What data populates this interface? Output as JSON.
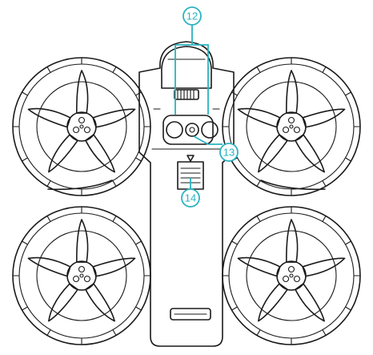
{
  "callouts": {
    "top": {
      "label": "12",
      "color": "#2bb3c0"
    },
    "middle": {
      "label": "13",
      "color": "#2bb3c0"
    },
    "bottom": {
      "label": "14",
      "color": "#2bb3c0"
    }
  },
  "icons": {
    "arrow": "triangle-down-icon"
  }
}
